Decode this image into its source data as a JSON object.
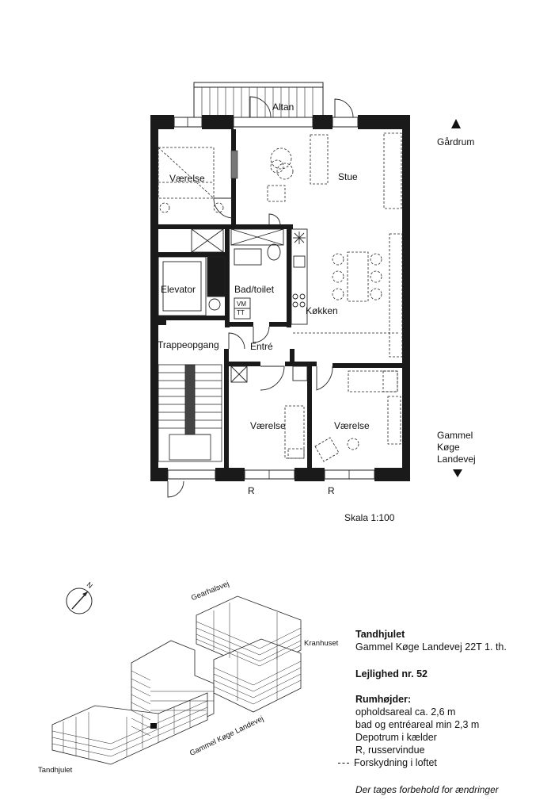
{
  "rooms": {
    "altan": "Altan",
    "stue": "Stue",
    "vaerelse_top": "Værelse",
    "elevator": "Elevator",
    "bad": "Bad/toilet",
    "vm": "VM",
    "tt": "TT",
    "koekken": "Køkken",
    "trappe": "Trappeopgang",
    "entre": "Entré",
    "vaerelse_mid": "Værelse",
    "vaerelse_right": "Værelse"
  },
  "orientation": {
    "north_label": "Gårdrum",
    "south_label_1": "Gammel",
    "south_label_2": "Køge",
    "south_label_3": "Landevej"
  },
  "window_marks": [
    "R",
    "R"
  ],
  "scale": "Skala 1:100",
  "site": {
    "north_letter": "N",
    "street_top": "Gearhalsvej",
    "building_right": "Kranhuset",
    "street_main": "Gammel Køge Landevej",
    "building_left": "Tandhjulet"
  },
  "info": {
    "project": "Tandhjulet",
    "address": "Gammel Køge Landevej 22T 1. th.",
    "apartment": "Lejlighed nr. 52",
    "heights_title": "Rumhøjder:",
    "lines": [
      "opholdsareal ca. 2,6 m",
      "bad og entréareal min 2,3 m",
      "Depotrum i kælder",
      "R, russervindue"
    ],
    "legend": "Forskydning i loftet",
    "disclaimer": "Der tages forbehold for ændringer"
  },
  "colors": {
    "wall": "#1a1a1a",
    "line": "#222222"
  }
}
